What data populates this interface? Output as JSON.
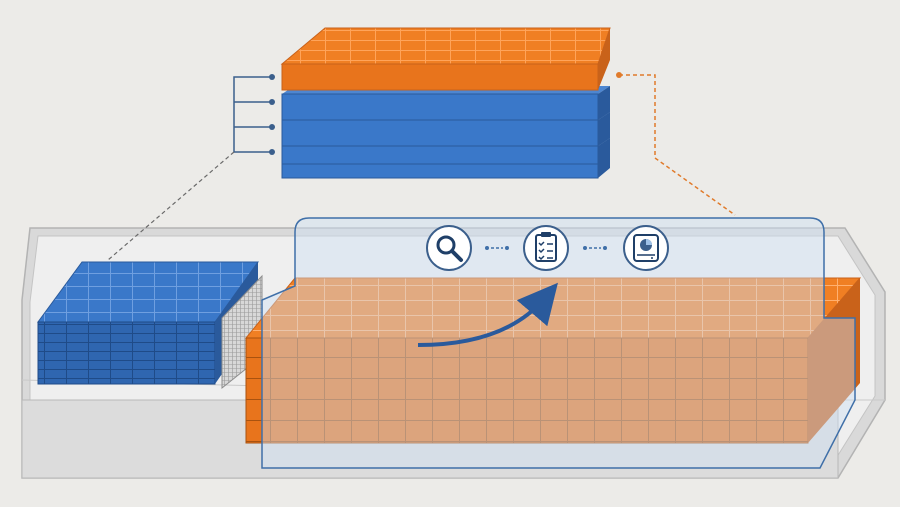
{
  "colors": {
    "background": "#ecebe8",
    "orange": "#f07f23",
    "orange_dark": "#c9621a",
    "blue": "#3a78c9",
    "blue_dark": "#2a5a9c",
    "tray": "#e2e2e2",
    "panel": "#dbe7f4",
    "panel_stroke": "#3f6fa8",
    "connector_blue": "#3b5f8c",
    "connector_orange": "#e07a2a"
  },
  "top_stack": {
    "layers": [
      {
        "color": "orange"
      },
      {
        "color": "blue"
      },
      {
        "color": "blue"
      },
      {
        "color": "blue"
      }
    ]
  },
  "workflow_icons": [
    {
      "icon": "magnifier-icon"
    },
    {
      "icon": "clipboard-checklist-icon"
    },
    {
      "icon": "storage-drive-icon"
    }
  ]
}
